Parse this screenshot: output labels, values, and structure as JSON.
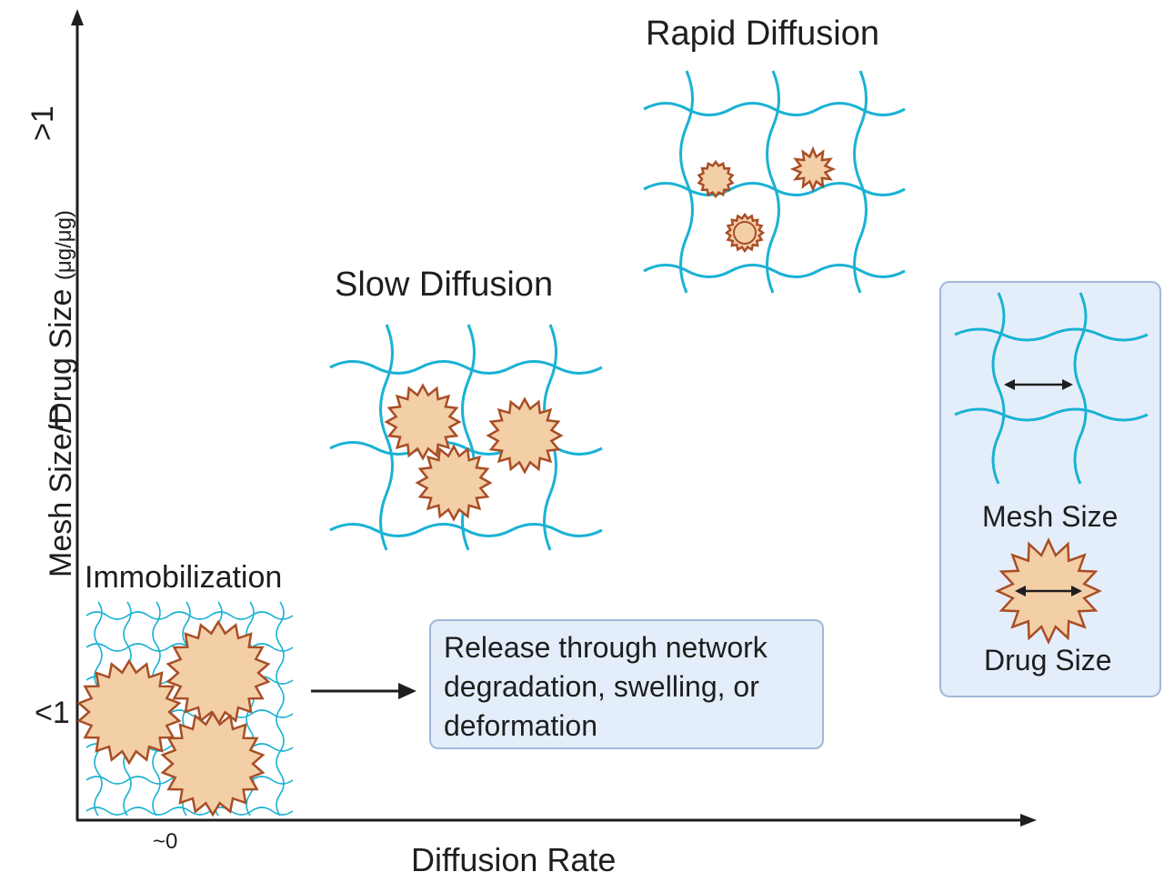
{
  "axes": {
    "x_label": "Diffusion Rate",
    "y_label_main": "Mesh Size/Drug Size",
    "y_label_unit": "(μg/μg)",
    "y_ticks": [
      ">1",
      "1",
      "<1"
    ],
    "x_ticks": [
      "~0"
    ]
  },
  "regions": {
    "rapid": "Rapid Diffusion",
    "slow": "Slow Diffusion",
    "immobilization": "Immobilization"
  },
  "release_box": {
    "text": "Release through network\ndegradation, swelling, or\ndeformation"
  },
  "legend": {
    "mesh_size": "Mesh Size",
    "drug_size": "Drug Size"
  },
  "colors": {
    "mesh": "#1ab2d4",
    "drug_fill": "#f3cfa8",
    "drug_stroke": "#a84e25",
    "box_fill": "#e4eefa",
    "box_border": "#9fb8d9",
    "axis": "#1e1e1e"
  }
}
